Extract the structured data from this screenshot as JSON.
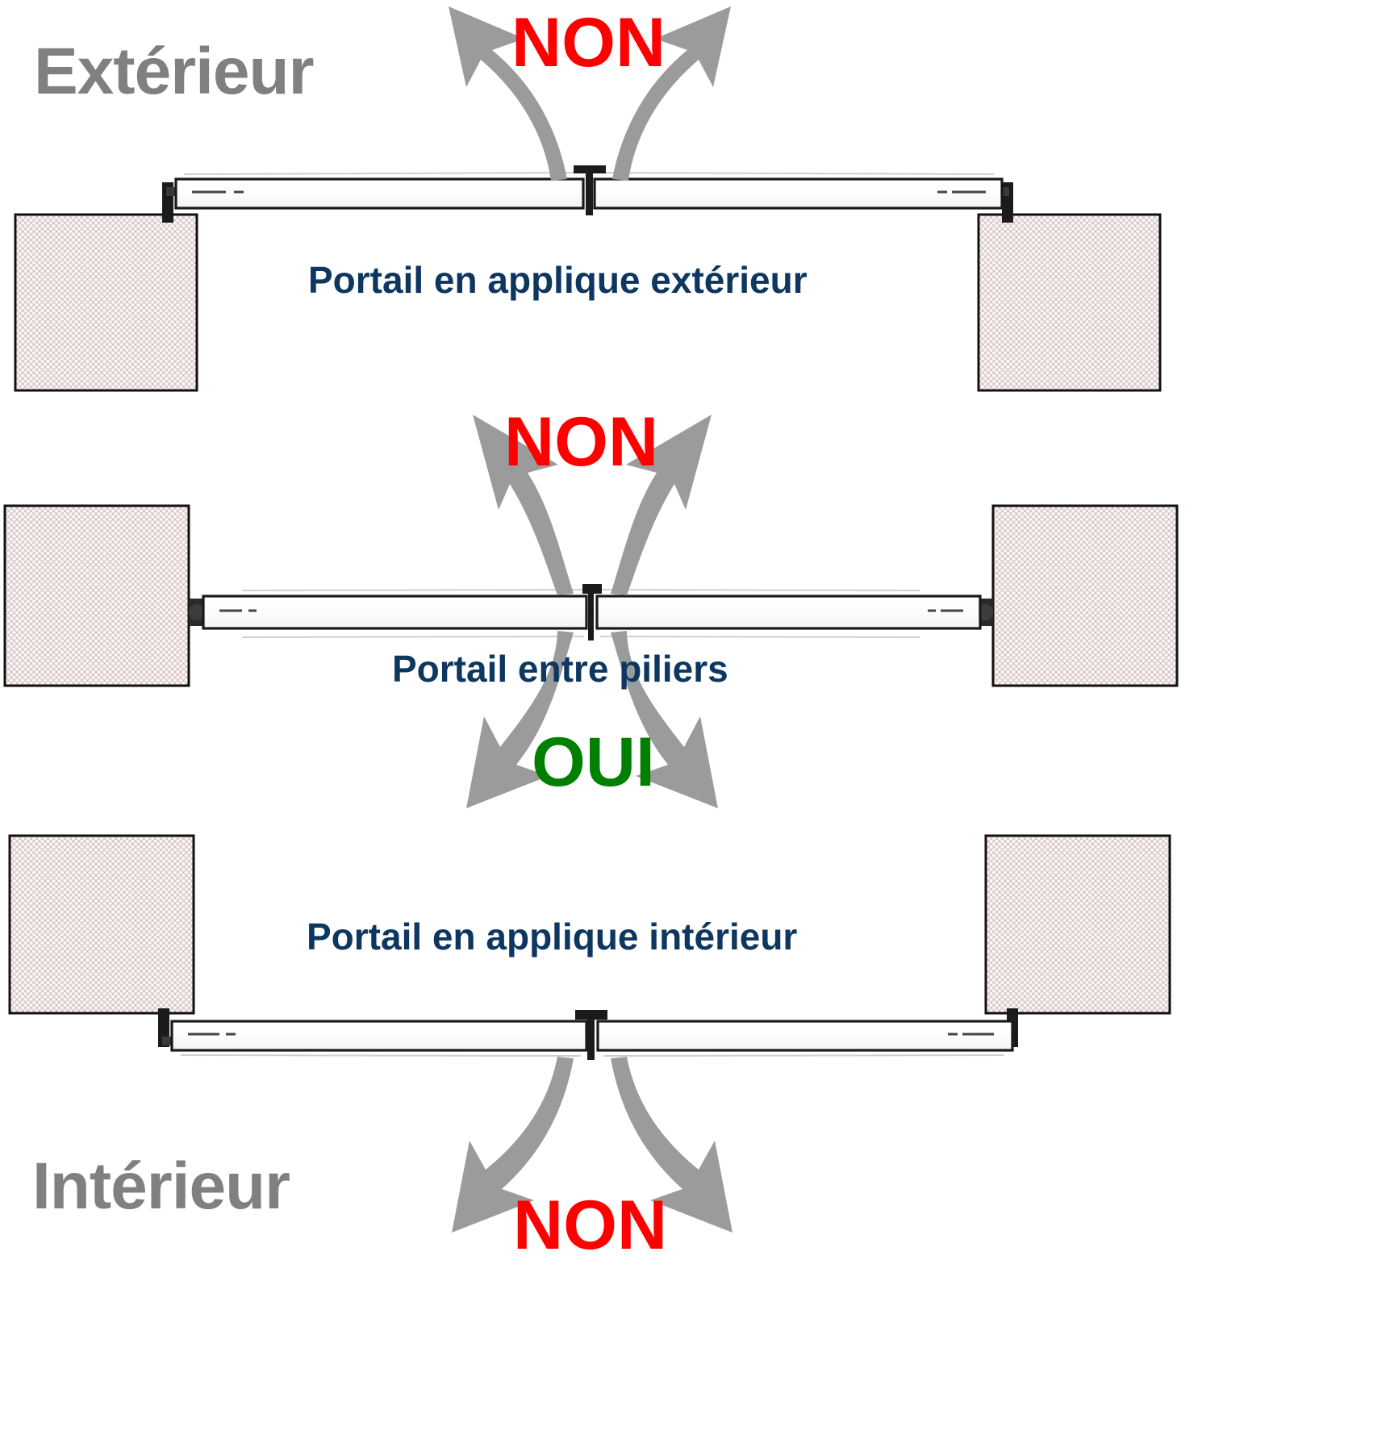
{
  "diagram": {
    "title_exterior_side": "Extérieur",
    "title_interior_side": "Intérieur",
    "colors": {
      "verdict_no": "#ff0000",
      "verdict_yes": "#008000",
      "caption": "#0d3760",
      "side_label": "#808080",
      "arrow": "#9b9b9b",
      "gate_outline": "#1a1a1a",
      "pillar_hatch": "#c9b0b0",
      "background": "#ffffff"
    },
    "rows": [
      {
        "id": "exterieur",
        "caption": "Portail en applique extérieur",
        "verdict": "NON",
        "verdict_kind": "no",
        "swing_direction": "outward-up",
        "mounting": "applique extérieur"
      },
      {
        "id": "entre-piliers",
        "caption": "Portail entre piliers",
        "verdict_up": "NON",
        "verdict_up_kind": "no",
        "verdict_down": "OUI",
        "verdict_down_kind": "yes",
        "swing_direction": "both",
        "mounting": "entre piliers"
      },
      {
        "id": "interieur",
        "caption": "Portail en applique intérieur",
        "verdict": "NON",
        "verdict_kind": "no",
        "swing_direction": "inward-down",
        "mounting": "applique intérieur"
      }
    ],
    "verdicts": {
      "non_top": "NON",
      "non_mid": "NON",
      "oui_mid": "OUI",
      "non_bottom": "NON"
    },
    "captions": {
      "exterieur": "Portail en applique extérieur",
      "piliers": "Portail entre piliers",
      "interieur": "Portail en applique intérieur"
    }
  }
}
